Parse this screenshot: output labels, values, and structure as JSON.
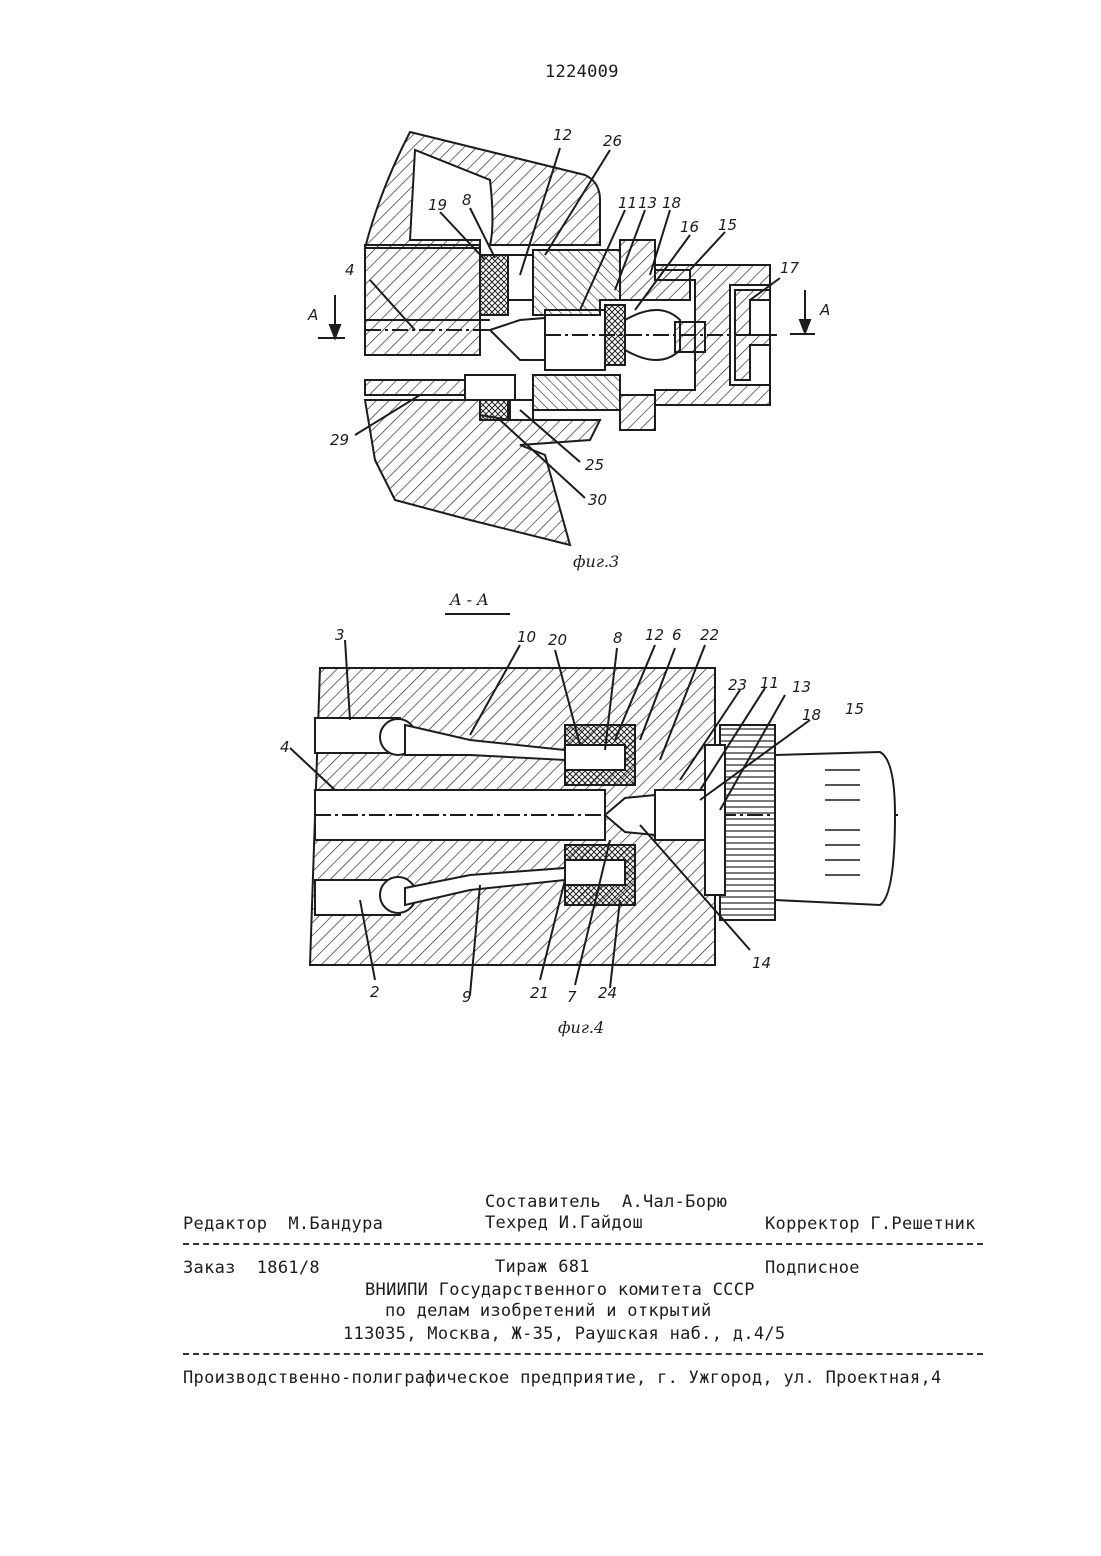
{
  "header": {
    "patent_number": "1224009"
  },
  "figure3": {
    "caption": "фиг.3",
    "section_marks": [
      "A",
      "A"
    ],
    "labels": [
      "12",
      "26",
      "19",
      "8",
      "11",
      "13",
      "18",
      "16",
      "15",
      "4",
      "17",
      "29",
      "25",
      "30"
    ]
  },
  "figure4": {
    "section_title": "A - A",
    "caption": "фиг.4",
    "labels": [
      "3",
      "10",
      "20",
      "8",
      "12",
      "6",
      "22",
      "23",
      "11",
      "13",
      "18",
      "15",
      "4",
      "2",
      "9",
      "21",
      "7",
      "24",
      "14"
    ]
  },
  "footer": {
    "compiler": "Составитель  А.Чал-Борю",
    "editor": "Редактор  М.Бандура",
    "techred": "Техред И.Гайдош",
    "corrector": "Корректор Г.Решетник",
    "order": "Заказ  1861/8",
    "circulation": "Тираж 681",
    "subscription": "Подписное",
    "org_line1": "ВНИИПИ Государственного комитета СССР",
    "org_line2": "по делам изобретений и открытий",
    "org_line3": "113035, Москва, Ж-35, Раушская наб., д.4/5",
    "printer": "Производственно-полиграфическое предприятие, г. Ужгород, ул. Проектная,4"
  }
}
